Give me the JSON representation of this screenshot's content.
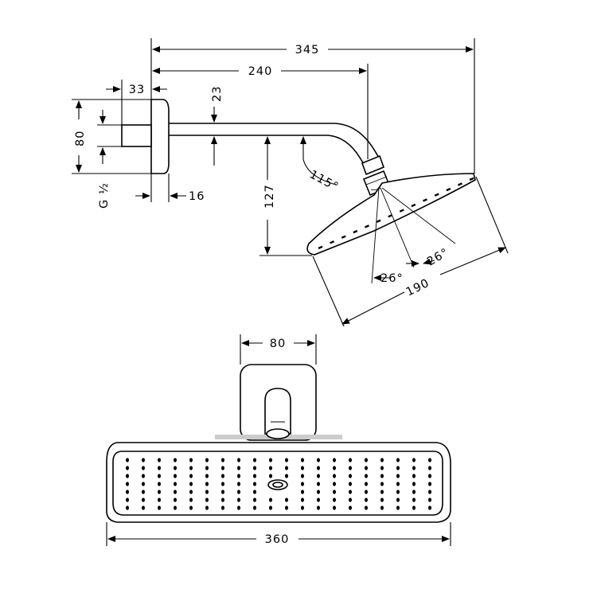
{
  "dimensions": {
    "d345": "345",
    "d240": "240",
    "d33": "33",
    "d23": "23",
    "d80_side": "80",
    "d127": "127",
    "d115": "115°",
    "d16": "16",
    "thread": "G ½",
    "d26_left": "26°",
    "d26_right": "26°",
    "d190": "190",
    "d80_top": "80",
    "d360": "360"
  },
  "colors": {
    "line": "#000000",
    "background": "#ffffff",
    "gray_band": "#cccccc"
  }
}
